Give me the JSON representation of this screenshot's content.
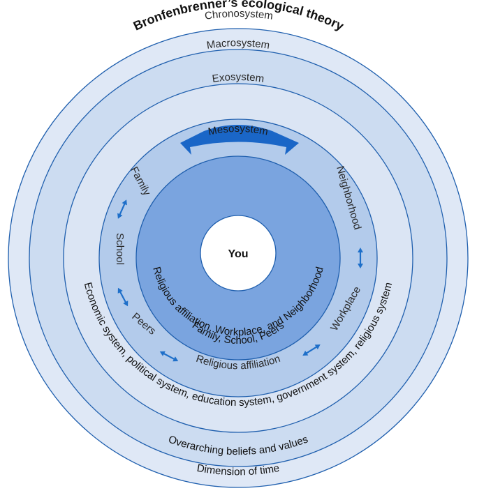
{
  "title": "Bronfenbrenner’s ecological theory",
  "center": "You",
  "rings": {
    "chronosystem": "Chronosystem",
    "chronosystem_desc": "Dimension of time",
    "macrosystem": "Macrosystem",
    "macrosystem_desc": "Overarching beliefs and values",
    "exosystem": "Exosystem",
    "exosystem_desc": "Economic system,   political system,   education system,   government system,   religious system",
    "mesosystem": "Mesosystem",
    "microsystem_line1": "Family,  School,  Peers",
    "microsystem_line2": "Religious affiliation,  Workplace,  and  Neighborhood"
  },
  "micro_items": {
    "family": "Family",
    "school": "School",
    "peers": "Peers",
    "religious": "Religious affiliation",
    "workplace": "Workplace",
    "neighborhood": "Neighborhood"
  },
  "colors": {
    "outer_ring": "#dfe8f6",
    "macro_ring": "#ccdcf1",
    "exo_ring": "#dbe5f4",
    "meso_ring": "#b3cbeb",
    "micro_disc": "#7aa4df",
    "stroke": "#1f5fae",
    "arrow": "#1e6fc9"
  }
}
